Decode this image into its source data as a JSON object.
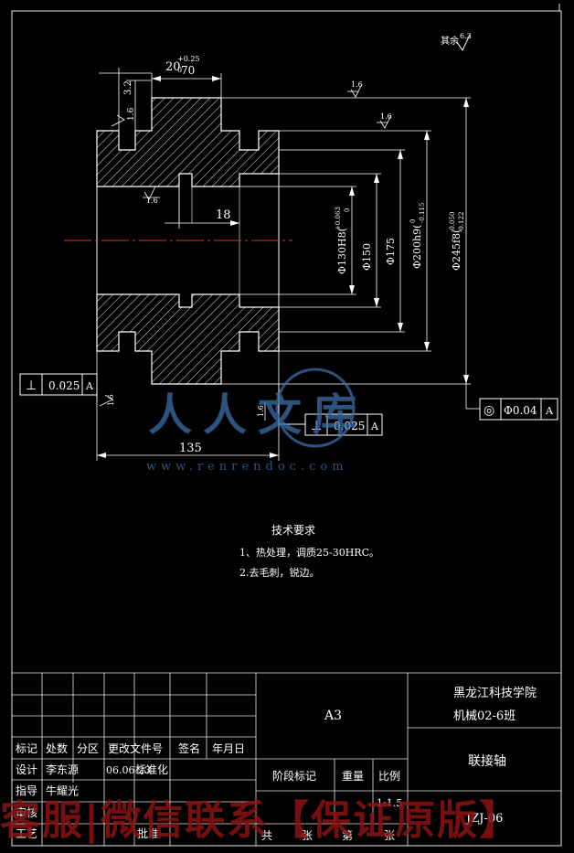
{
  "drawing": {
    "roughness_note": "其余",
    "roughness_value": "6.3",
    "dims": {
      "top_width_tol": "20",
      "top_width_sup": "+0.25",
      "top_width_sub": "0",
      "top_width_70": "70",
      "left_step": "3.2",
      "left_step_lower": "1.6",
      "inner_18": "18",
      "total_135": "135",
      "dia_130": "Φ130H8(",
      "dia_130_tol": "+0.063",
      "dia_130_tol_low": "0",
      "dia_150": "Φ150",
      "dia_175": "Φ175",
      "dia_200": "Φ200h9(",
      "dia_200_tol": "0",
      "dia_200_tol_low": "-0.115",
      "dia_245": "Φ245f8(",
      "dia_245_tol": "-0.050",
      "dia_245_tol_low": "-0.122",
      "rough_16_a": "1.6",
      "rough_16_b": "1.6",
      "rough_16_c": "1.6",
      "rough_16_d": "1.6",
      "rough_16_e": "1.6"
    },
    "tol_frames": {
      "perp_left_sym": "⊥",
      "perp_left_val": "0.025",
      "perp_left_ref": "A",
      "perp_mid_sym": "⊥",
      "perp_mid_val": "0.025",
      "perp_mid_ref": "A",
      "circ_sym": "◎",
      "circ_val": "Φ0.04",
      "circ_ref": "A"
    }
  },
  "watermark": {
    "logo_text": "人人文库",
    "url": "www.renrendoc.com",
    "bottom_banner": "客服|微信联系【保证原版】"
  },
  "tech_req": {
    "title": "技术要求",
    "items": [
      "1、热处理，调质25-30HRC。",
      "2.去毛刺，锐边。"
    ]
  },
  "title_block": {
    "paper_size": "A3",
    "school": "黑龙江科技学院",
    "class": "机械02-6班",
    "part_name": "联接轴",
    "drawing_no": "JZJ-06",
    "scale_label": "比例",
    "scale_value": "1:1.5",
    "stage_label": "阶段标记",
    "weight_label": "重量",
    "sheet_total": "共",
    "sheet_unit1": "张",
    "sheet_index": "第",
    "sheet_unit2": "张",
    "rev_headers": [
      "标记",
      "处数",
      "分区",
      "更改文件号",
      "签名",
      "年月日"
    ],
    "design_label": "设计",
    "designer": "李东源",
    "design_date": "06.06.23",
    "std_label": "标准化",
    "guide_label": "指导",
    "guide_name": "牛耀光",
    "review_label": "审核",
    "process_label": "工艺",
    "approve_label": "批准"
  }
}
